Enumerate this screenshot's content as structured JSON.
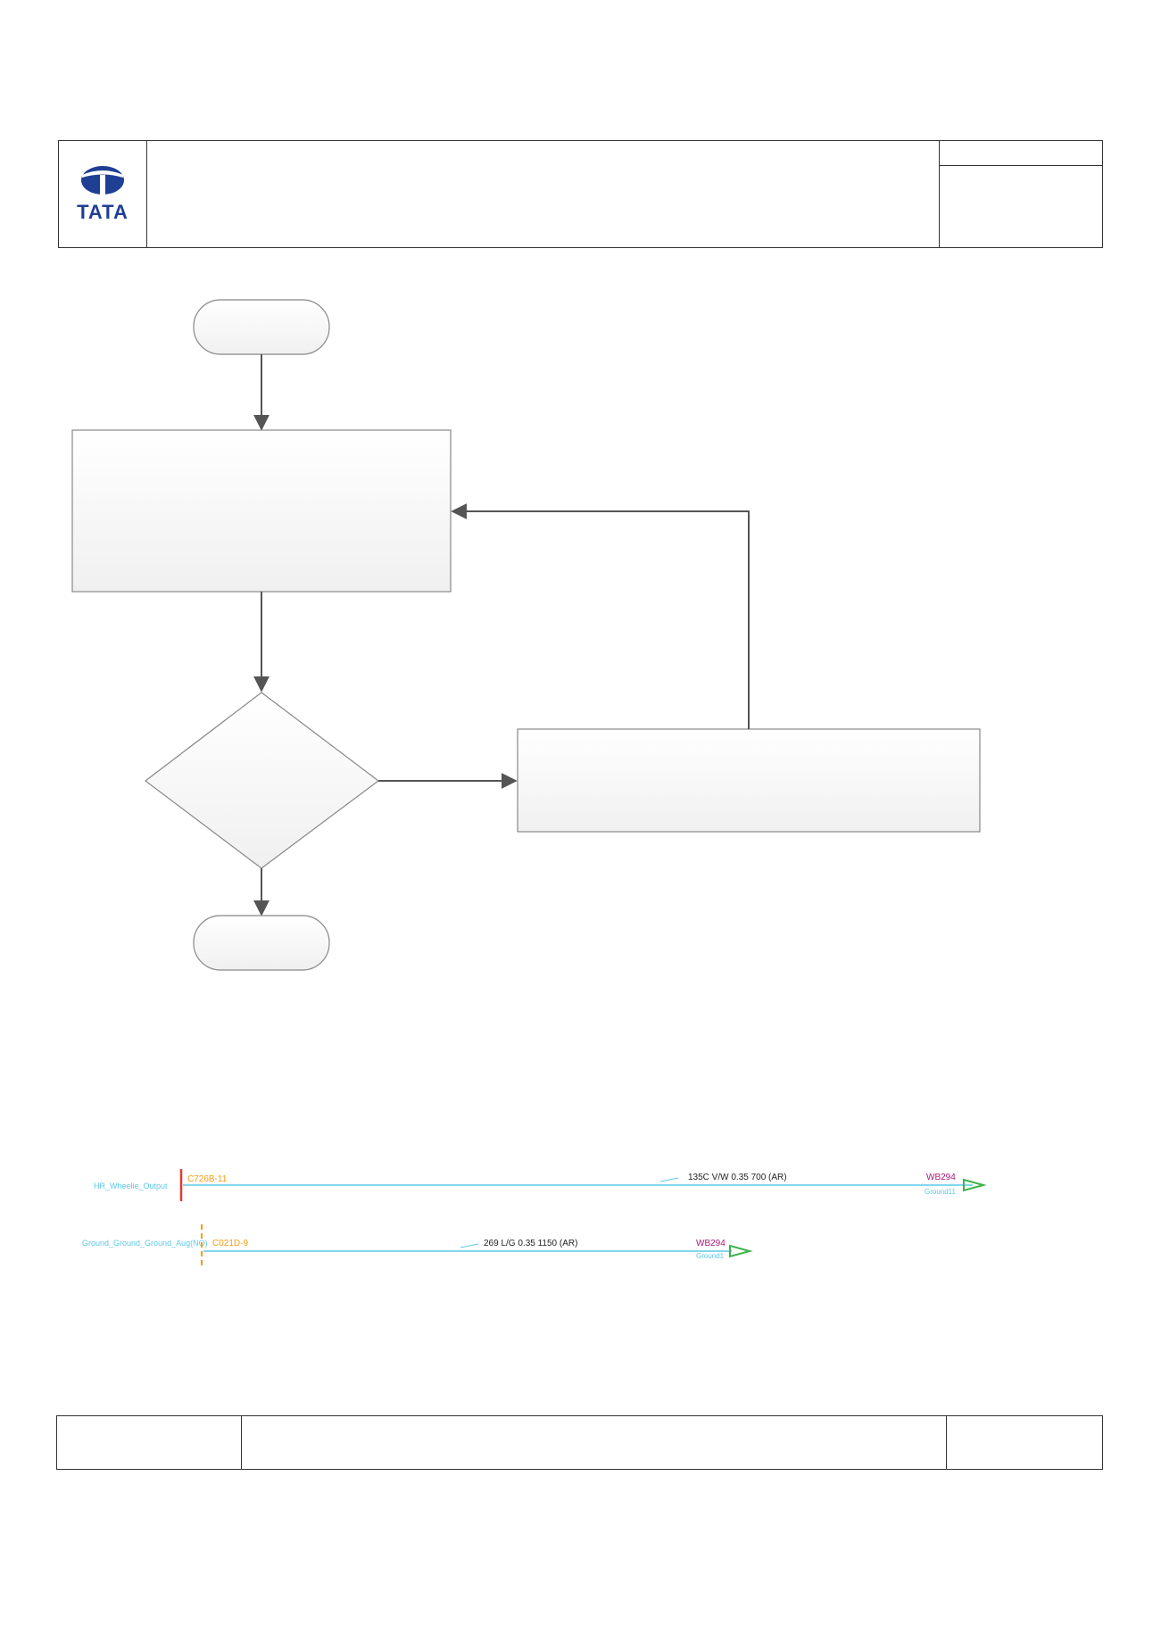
{
  "header": {
    "logo_text": "TATA"
  },
  "wiring": {
    "row1": {
      "signal": "HR_Wheelie_Output",
      "connector": "C726B-11",
      "wire": "135C V/W 0.35 700 (AR)",
      "splice": "WB294",
      "splice_sub": "Ground11"
    },
    "row2": {
      "signal": "Ground_Ground_Ground_Aug(NO)",
      "connector": "C021D-9",
      "wire": "269 L/G 0.35 1150 (AR)",
      "splice": "WB294",
      "splice_sub": "Ground1"
    }
  },
  "colors": {
    "logo_blue": "#1f3f95",
    "wire_cyan": "#5bc8e6",
    "connector_red": "#e53935",
    "connector_orange": "#f39c12",
    "splice_magenta": "#b0157a",
    "ground_green": "#3db24a"
  }
}
